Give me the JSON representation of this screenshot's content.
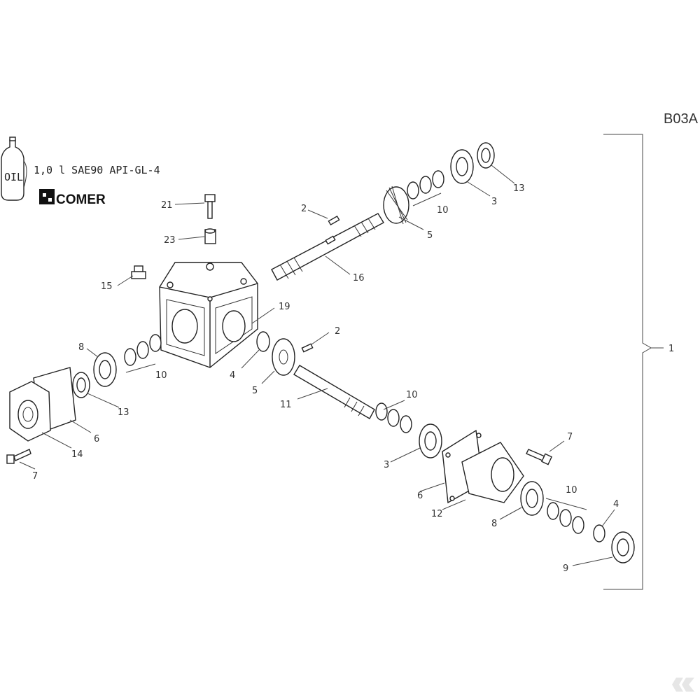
{
  "diagram": {
    "code": "B03A",
    "oil_spec": "1,0 l SAE90 API-GL-4",
    "oil_bottle_label": "OIL",
    "brand": "COMER",
    "assembly_ref": "1",
    "callouts": [
      {
        "id": "c21",
        "label": "21"
      },
      {
        "id": "c23",
        "label": "23"
      },
      {
        "id": "c15",
        "label": "15"
      },
      {
        "id": "c2a",
        "label": "2"
      },
      {
        "id": "c5a",
        "label": "5"
      },
      {
        "id": "c16",
        "label": "16"
      },
      {
        "id": "c10a",
        "label": "10"
      },
      {
        "id": "c3a",
        "label": "3"
      },
      {
        "id": "c13a",
        "label": "13"
      },
      {
        "id": "c19",
        "label": "19"
      },
      {
        "id": "c2b",
        "label": "2"
      },
      {
        "id": "c4a",
        "label": "4"
      },
      {
        "id": "c5b",
        "label": "5"
      },
      {
        "id": "c11",
        "label": "11"
      },
      {
        "id": "c8a",
        "label": "8"
      },
      {
        "id": "c10b",
        "label": "10"
      },
      {
        "id": "c13b",
        "label": "13"
      },
      {
        "id": "c6a",
        "label": "6"
      },
      {
        "id": "c14",
        "label": "14"
      },
      {
        "id": "c7a",
        "label": "7"
      },
      {
        "id": "c10c",
        "label": "10"
      },
      {
        "id": "c3b",
        "label": "3"
      },
      {
        "id": "c7b",
        "label": "7"
      },
      {
        "id": "c6b",
        "label": "6"
      },
      {
        "id": "c12",
        "label": "12"
      },
      {
        "id": "c8b",
        "label": "8"
      },
      {
        "id": "c10d",
        "label": "10"
      },
      {
        "id": "c4b",
        "label": "4"
      },
      {
        "id": "c9",
        "label": "9"
      }
    ]
  }
}
